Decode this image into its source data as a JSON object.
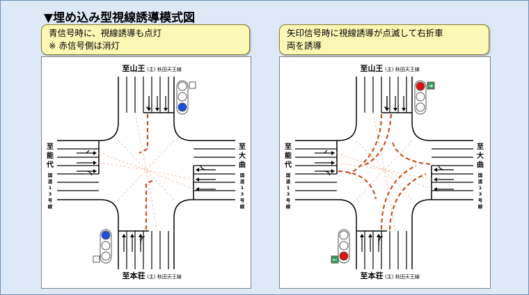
{
  "title": "▼埋め込み型視線誘導模式図",
  "left": {
    "note_line1": "青信号時に、視線誘導も点灯",
    "note_line2": "※ 赤信号側は消灯",
    "signal_lit_color": "#1a4fe0",
    "signal_lit_position": "bottom",
    "guide_state": "green signal: guidance lit"
  },
  "right": {
    "note_line1": "矢印信号時に視線誘導が点滅して右折車",
    "note_line2": "両を誘導",
    "signal_lit_color": "#e01010",
    "signal_lit_position": "top",
    "arrow_signal_color": "#3a9a5a",
    "guide_state": "arrow signal: guidance flashing"
  },
  "labels": {
    "north_main": "至山王",
    "north_sub": "(主) 秋田天王線",
    "south_main": "至本荘",
    "south_sub": "(主) 秋田天王線",
    "west_main": "至能代",
    "west_sub": "国道13号線",
    "east_main": "至大曲",
    "east_sub": "国道13号線"
  },
  "colors": {
    "guide_dash": "#c8501e",
    "guide_faint": "#f0c0a8",
    "road_line": "#000000"
  }
}
